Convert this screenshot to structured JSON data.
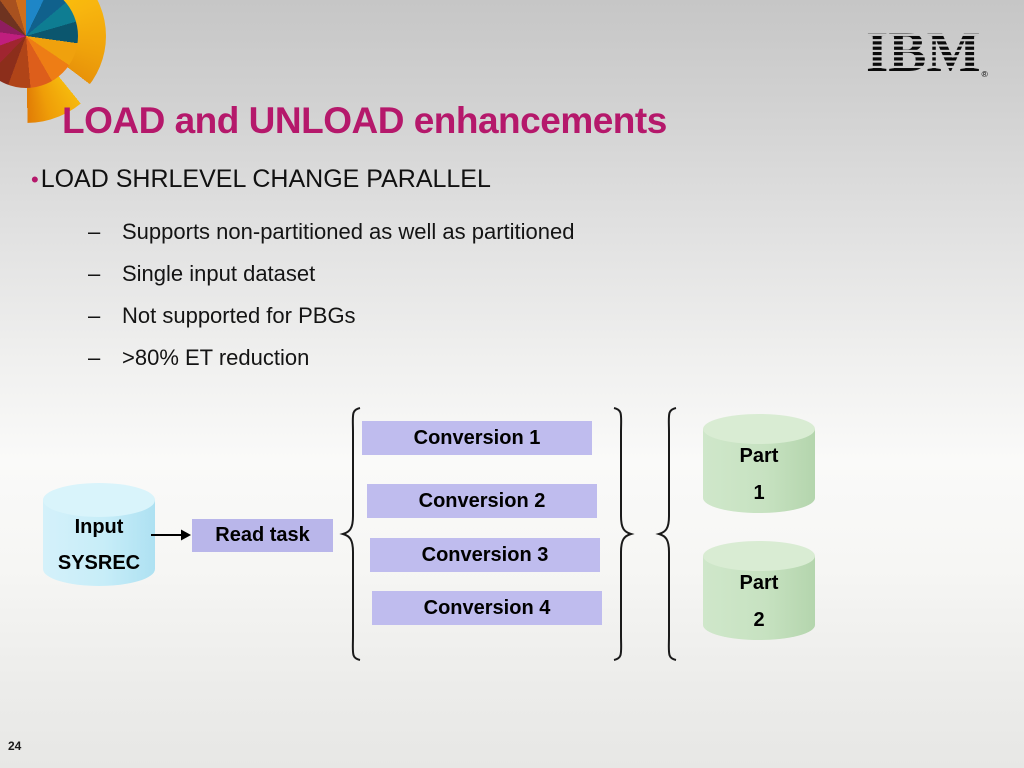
{
  "slide": {
    "title": "LOAD and UNLOAD enhancements",
    "page_number": "24",
    "bullet": {
      "marker": "•",
      "text": "LOAD SHRLEVEL CHANGE PARALLEL"
    },
    "sub_bullet_marker": "–",
    "sub_bullets": [
      "Supports non-partitioned as well as partitioned",
      "Single input dataset",
      "Not supported for PBGs",
      ">80% ET reduction"
    ]
  },
  "branding": {
    "company_logo_text": "IBM",
    "registered_mark": "®",
    "pinwheel_icon": "multicolor-pinwheel"
  },
  "diagram": {
    "input_cylinder": {
      "line1": "Input",
      "line2": "SYSREC"
    },
    "read_task_label": "Read task",
    "conversion_tasks": [
      "Conversion 1",
      "Conversion 2",
      "Conversion 3",
      "Conversion 4"
    ],
    "output_cylinders": [
      {
        "line1": "Part",
        "line2": "1"
      },
      {
        "line1": "Part",
        "line2": "2"
      }
    ]
  },
  "colors": {
    "title_accent": "#b5186b",
    "task_box_fill": "#bfbcee",
    "input_cylinder_fill": "#c7edf8",
    "output_cylinder_fill": "#c7e2c1",
    "background_top": "#c6c6c6",
    "text": "#000000"
  }
}
